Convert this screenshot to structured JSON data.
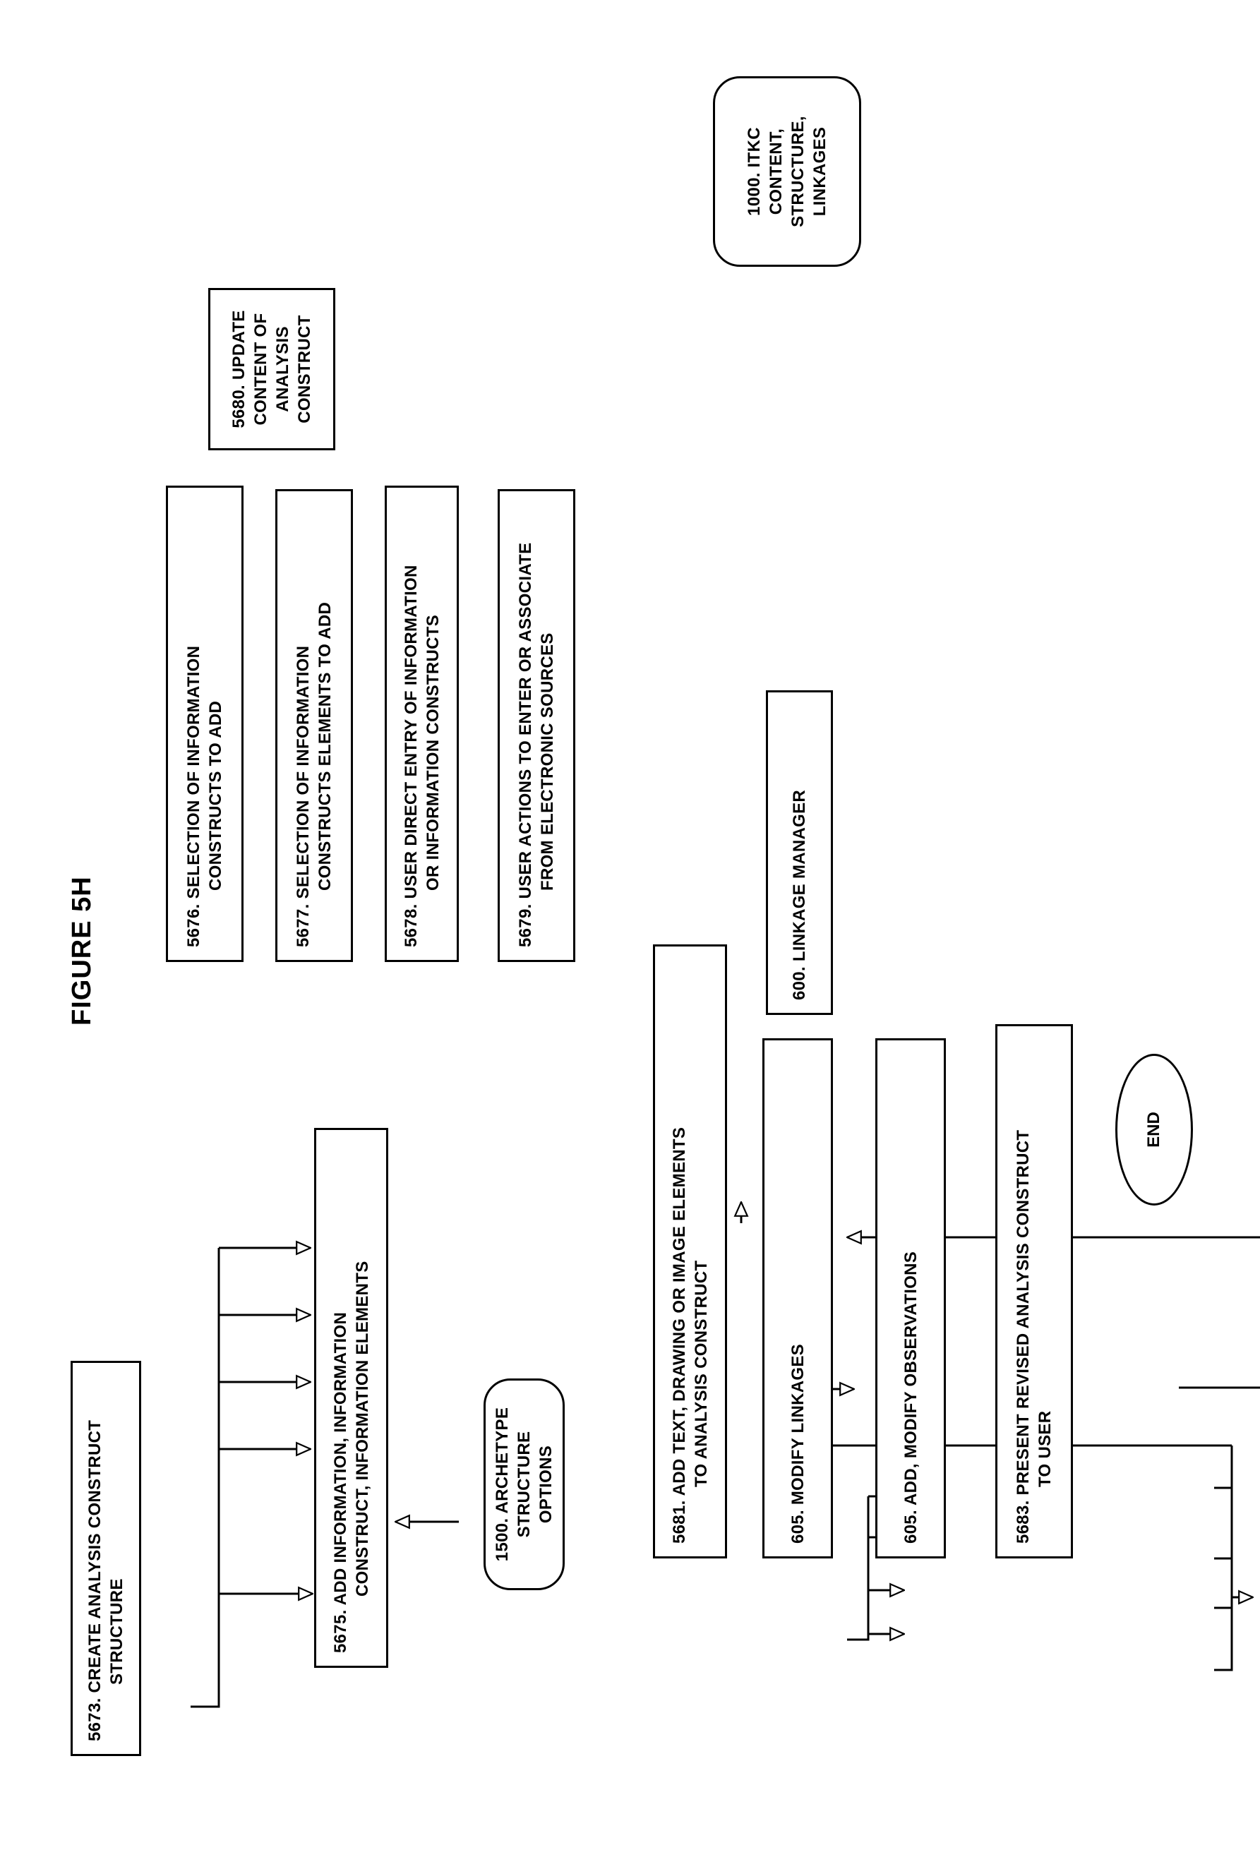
{
  "figure": {
    "title": "FIGURE 5H"
  },
  "nodes": {
    "n5673": {
      "lines": [
        "5673.  CREATE ANALYSIS CONSTRUCT",
        "STRUCTURE"
      ]
    },
    "n5675": {
      "lines": [
        "5675.  ADD INFORMATION, INFORMATION",
        "CONSTRUCT, INFORMATION ELEMENTS"
      ]
    },
    "n1500": {
      "lines": [
        "1500.  ARCHETYPE",
        "STRUCTURE",
        "OPTIONS"
      ]
    },
    "n5676": {
      "lines": [
        "5676. SELECTION OF INFORMATION",
        "CONSTRUCTS TO ADD"
      ]
    },
    "n5677": {
      "lines": [
        "5677. SELECTION OF INFORMATION",
        "CONSTRUCTS ELEMENTS TO ADD"
      ]
    },
    "n5678": {
      "lines": [
        "5678. USER DIRECT ENTRY OF INFORMATION",
        "OR INFORMATION CONSTRUCTS"
      ]
    },
    "n5679": {
      "lines": [
        "5679. USER ACTIONS TO ENTER OR ASSOCIATE",
        "FROM ELECTRONIC SOURCES"
      ]
    },
    "n5680": {
      "lines": [
        "5680. UPDATE",
        "CONTENT OF",
        "ANALYSIS",
        "CONSTRUCT"
      ]
    },
    "n1000": {
      "lines": [
        "1000. ITKC",
        "CONTENT,",
        "STRUCTURE,",
        "LINKAGES"
      ]
    },
    "n5681": {
      "lines": [
        "5681.  ADD TEXT, DRAWING OR IMAGE ELEMENTS",
        "TO ANALYSIS CONSTRUCT"
      ]
    },
    "n600": {
      "lines": [
        "600.  LINKAGE MANAGER"
      ]
    },
    "n605a": {
      "lines": [
        "605.  MODIFY LINKAGES"
      ]
    },
    "n605b": {
      "lines": [
        "605. ADD, MODIFY OBSERVATIONS"
      ]
    },
    "n5683": {
      "lines": [
        "5683.  PRESENT REVISED ANALYSIS CONSTRUCT",
        "TO USER"
      ]
    },
    "end": {
      "label": "END"
    }
  }
}
